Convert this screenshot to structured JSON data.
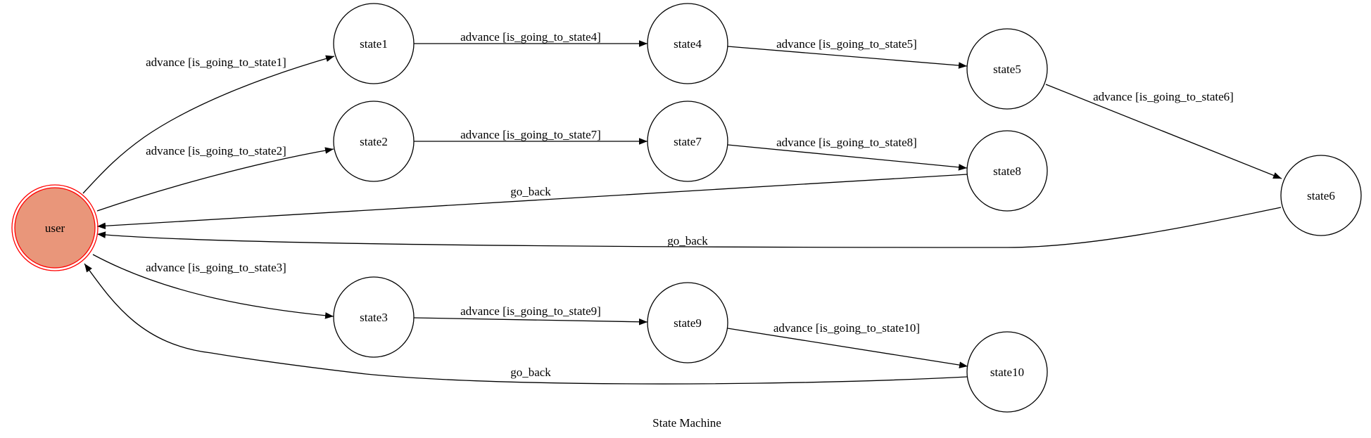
{
  "diagram": {
    "caption": "State Machine",
    "initial_state": "user",
    "colors": {
      "initial_fill": "#E9967A",
      "initial_stroke": "#FF0000",
      "node_fill": "#FFFFFF",
      "stroke": "#000000"
    },
    "nodes": [
      {
        "id": "user",
        "label": "user"
      },
      {
        "id": "state1",
        "label": "state1"
      },
      {
        "id": "state2",
        "label": "state2"
      },
      {
        "id": "state3",
        "label": "state3"
      },
      {
        "id": "state4",
        "label": "state4"
      },
      {
        "id": "state5",
        "label": "state5"
      },
      {
        "id": "state6",
        "label": "state6"
      },
      {
        "id": "state7",
        "label": "state7"
      },
      {
        "id": "state8",
        "label": "state8"
      },
      {
        "id": "state9",
        "label": "state9"
      },
      {
        "id": "state10",
        "label": "state10"
      }
    ],
    "edges": [
      {
        "from": "user",
        "to": "state1",
        "label": "advance [is_going_to_state1]"
      },
      {
        "from": "user",
        "to": "state2",
        "label": "advance [is_going_to_state2]"
      },
      {
        "from": "user",
        "to": "state3",
        "label": "advance [is_going_to_state3]"
      },
      {
        "from": "state1",
        "to": "state4",
        "label": "advance [is_going_to_state4]"
      },
      {
        "from": "state4",
        "to": "state5",
        "label": "advance [is_going_to_state5]"
      },
      {
        "from": "state5",
        "to": "state6",
        "label": "advance [is_going_to_state6]"
      },
      {
        "from": "state2",
        "to": "state7",
        "label": "advance [is_going_to_state7]"
      },
      {
        "from": "state7",
        "to": "state8",
        "label": "advance [is_going_to_state8]"
      },
      {
        "from": "state3",
        "to": "state9",
        "label": "advance [is_going_to_state9]"
      },
      {
        "from": "state9",
        "to": "state10",
        "label": "advance [is_going_to_state10]"
      },
      {
        "from": "state8",
        "to": "user",
        "label": "go_back"
      },
      {
        "from": "state6",
        "to": "user",
        "label": "go_back"
      },
      {
        "from": "state10",
        "to": "user",
        "label": "go_back"
      }
    ]
  }
}
